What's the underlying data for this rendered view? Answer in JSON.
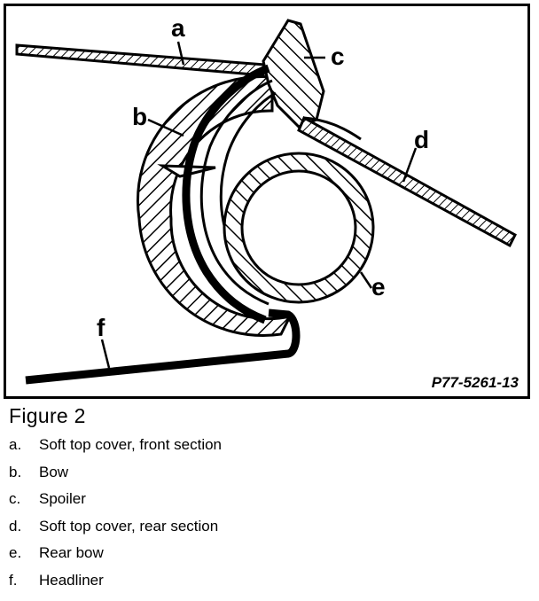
{
  "figure": {
    "callouts": {
      "a": "a",
      "b": "b",
      "c": "c",
      "d": "d",
      "e": "e",
      "f": "f"
    },
    "figure_id": "P77-5261-13"
  },
  "caption": {
    "title": "Figure 2",
    "items": [
      {
        "key": "a.",
        "text": "Soft top cover, front section"
      },
      {
        "key": "b.",
        "text": "Bow"
      },
      {
        "key": "c.",
        "text": "Spoiler"
      },
      {
        "key": "d.",
        "text": "Soft top cover, rear section"
      },
      {
        "key": "e.",
        "text": "Rear bow"
      },
      {
        "key": "f.",
        "text": "Headliner"
      }
    ]
  }
}
